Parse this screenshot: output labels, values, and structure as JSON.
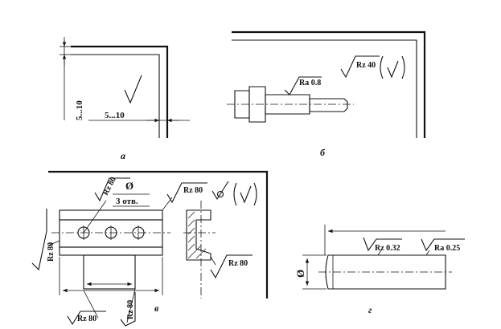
{
  "figure_a": {
    "label": "а",
    "dim_vertical": "5...10",
    "dim_horizontal": "5...10"
  },
  "figure_b": {
    "label": "б",
    "roughness_shaft": "Ra 0.8",
    "roughness_general": "Rz 40"
  },
  "figure_v": {
    "label": "в",
    "roughness_top_left": "Rz 80",
    "diameter_symbol": "Ø",
    "holes_note": "3 отв.",
    "roughness_top_right": "Rz 80",
    "roughness_left": "Rz 80",
    "roughness_section": "Rz 80",
    "roughness_bottom_left": "Rz 80",
    "roughness_bottom_vertical": "Rz 80"
  },
  "figure_g": {
    "label": "г",
    "diameter_symbol": "Ø",
    "roughness_left": "Rz 0.32",
    "roughness_right": "Ra 0.25"
  }
}
